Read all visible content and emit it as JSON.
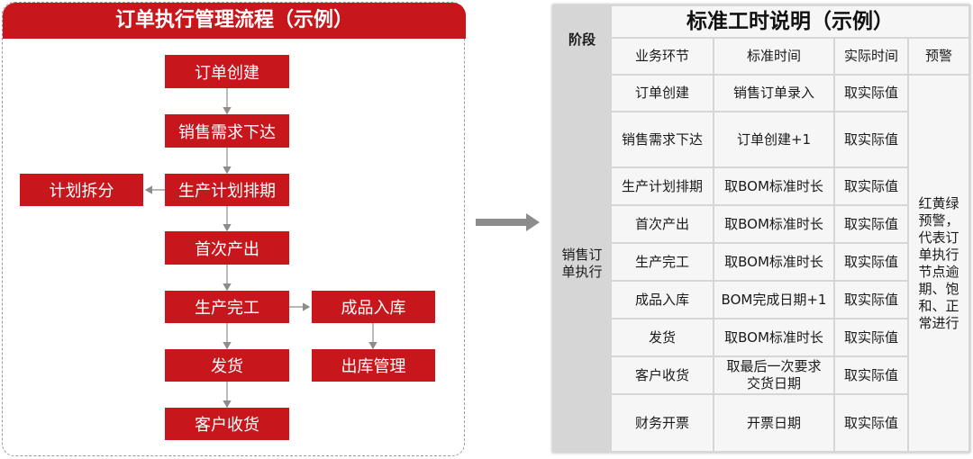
{
  "flow": {
    "title": "订单执行管理流程（示例）",
    "nodes": {
      "order_create": "订单创建",
      "sales_demand": "销售需求下达",
      "production_schedule": "生产计划排期",
      "plan_split": "计划拆分",
      "first_output": "首次产出",
      "production_complete": "生产完工",
      "finished_storage": "成品入库",
      "shipping": "发货",
      "outbound_mgmt": "出库管理",
      "customer_receipt": "客户收货"
    }
  },
  "table": {
    "title": "标准工时说明（示例）",
    "headers": {
      "stage": "阶段",
      "step": "业务环节",
      "standard_time": "标准时间",
      "actual_time": "实际时间",
      "warning": "预警"
    },
    "stage_name": "销售订单执行",
    "warning_text": "红黄绿预警，代表订单执行节点逾期、饱和、正常进行",
    "rows": [
      {
        "step": "订单创建",
        "standard": "销售订单录入",
        "actual": "取实际值"
      },
      {
        "step": "销售需求下达",
        "standard": "订单创建+1",
        "actual": "取实际值"
      },
      {
        "step": "生产计划排期",
        "standard": "取BOM标准时长",
        "actual": "取实际值"
      },
      {
        "step": "首次产出",
        "standard": "取BOM标准时长",
        "actual": "取实际值"
      },
      {
        "step": "生产完工",
        "standard": "取BOM标准时长",
        "actual": "取实际值"
      },
      {
        "step": "成品入库",
        "standard": "BOM完成日期+1",
        "actual": "取实际值"
      },
      {
        "step": "发货",
        "standard": "取BOM标准时长",
        "actual": "取实际值"
      },
      {
        "step": "客户收货",
        "standard": "取最后一次要求交货日期",
        "actual": "取实际值"
      },
      {
        "step": "财务开票",
        "standard": "开票日期",
        "actual": "取实际值"
      }
    ]
  },
  "colors": {
    "accent_red": "#c8161d",
    "arrow_gray": "#8c8c8c",
    "table_bg": "#d6d6d6",
    "cell_bg": "#f6f6f6"
  }
}
